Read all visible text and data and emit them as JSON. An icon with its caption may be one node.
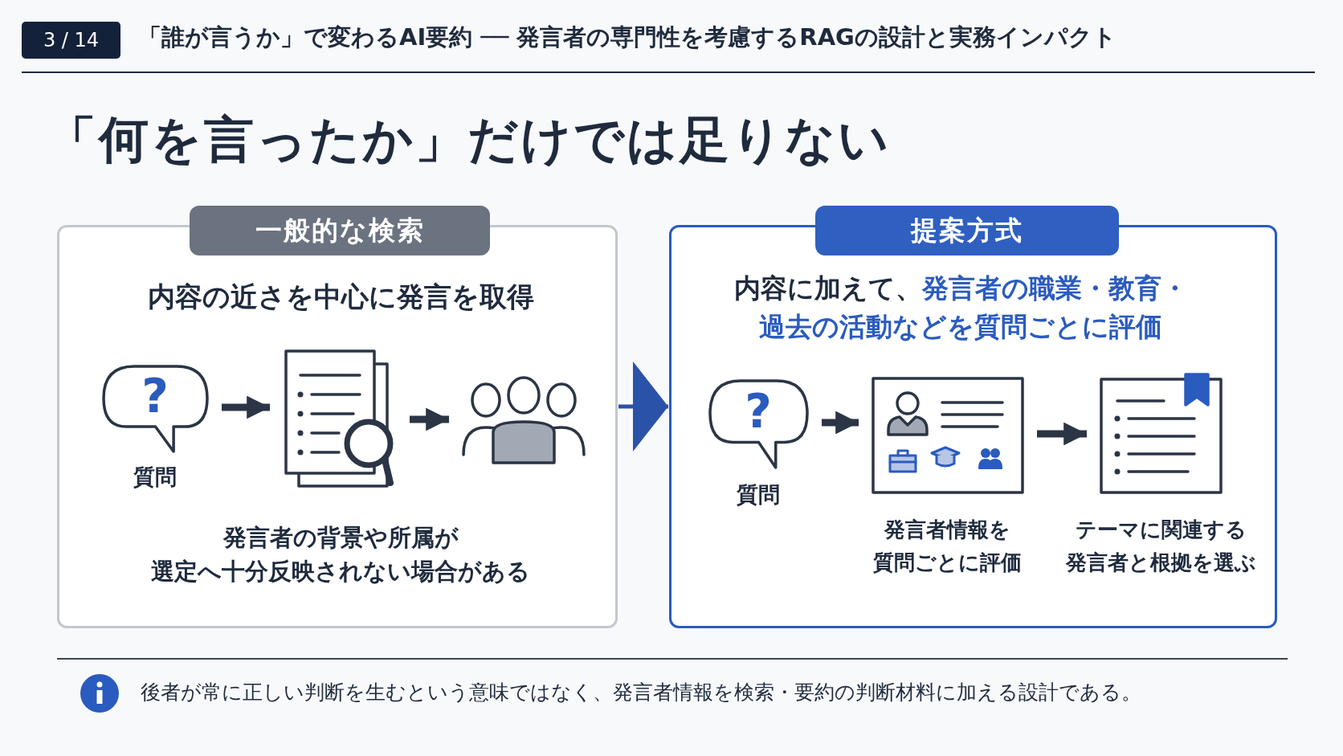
{
  "diagram": {
    "title": "「何を言ったか」だけでは足りない",
    "nodes": [
      {
        "text": [
          "一般的な検索",
          "内容の近さを中心に発言を取得",
          "発言者の背景や所属が選定へ十分反映されない場合がある"
        ]
      },
      {
        "text": [
          "?"
        ],
        "in": 0,
        "beside": [
          "質問"
        ]
      },
      {
        "text": [],
        "shape": "picture",
        "in": 0
      },
      {
        "text": [],
        "shape": "picture",
        "in": 0
      },
      {
        "text": [
          "提案方式",
          "内容に加えて、**発言者の職業・教育・過去の活動などを質問ごとに評価**"
        ]
      },
      {
        "text": [
          "?"
        ],
        "in": 4,
        "beside": [
          "質問"
        ]
      },
      {
        "text": [],
        "shape": "picture",
        "in": 4,
        "beside": [
          "発言者情報を質問ごとに評価"
        ]
      },
      {
        "text": [],
        "shape": "picture",
        "in": 4,
        "beside": [
          "テーマに関連する発言者と根拠を選ぶ"
        ]
      }
    ],
    "edges": [
      {
        "from": 1,
        "to": 2,
        "arrow": "to"
      },
      {
        "from": 2,
        "to": 3,
        "arrow": "to"
      },
      {
        "from": 0,
        "to": 4,
        "arrow": "to",
        "color": "#2a52a8"
      },
      {
        "from": 5,
        "to": 6,
        "arrow": "to"
      },
      {
        "from": 6,
        "to": 7,
        "arrow": "to"
      }
    ],
    "labels": [
      "3 / 14",
      "「誰が言うか」で変わるAI要約 ── 発言者の専門性を考慮するRAGの設計と実務インパクト",
      "後者が常に正しい判断を生むという意味ではなく、発言者情報を検索・要約の判断材料に加える設計である。"
    ]
  }
}
